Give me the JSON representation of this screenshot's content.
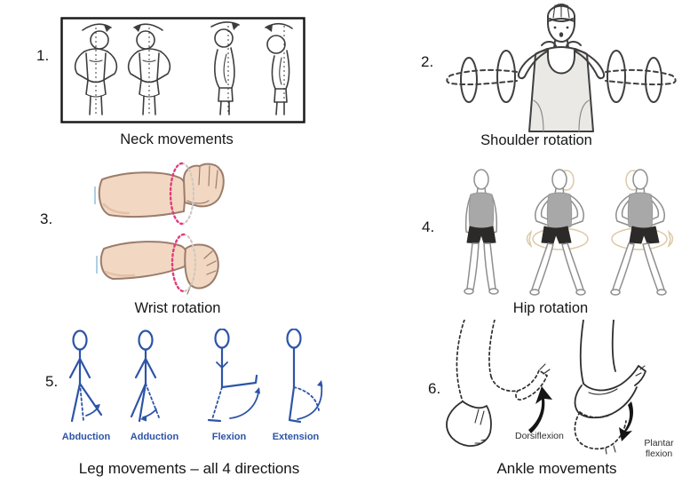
{
  "colors": {
    "background": "#ffffff",
    "ink": "#161616",
    "line_art": "#3d3d3d",
    "stick_blue": "#2d54a7",
    "pink_dotted": "#e03c7c",
    "gray_dotted": "#cfc8c2",
    "skin": "#f2d8c2",
    "skin_shadow": "#e4c0a8",
    "skin_outline": "#9b7c6c",
    "tank_gray": "#a8a8a8",
    "shorts_black": "#2c2a28",
    "body_outline": "#8e8e8e",
    "ghost_tan": "#ddc9a8",
    "shirt_gray": "#ebe9e6",
    "arrow_black": "#151515"
  },
  "panels": {
    "neck": {
      "number": "1.",
      "caption": "Neck movements"
    },
    "shoulder": {
      "number": "2.",
      "caption": "Shoulder rotation"
    },
    "wrist": {
      "number": "3.",
      "caption": "Wrist rotation"
    },
    "hip": {
      "number": "4.",
      "caption": "Hip rotation"
    },
    "leg": {
      "number": "5.",
      "caption": "Leg movements – all 4 directions",
      "labels": {
        "abduction": "Abduction",
        "adduction": "Adduction",
        "flexion": "Flexion",
        "extension": "Extension"
      }
    },
    "ankle": {
      "number": "6.",
      "caption": "Ankle movements",
      "labels": {
        "dorsiflexion": "Dorsiflexion",
        "plantar": "Plantar flexion"
      }
    }
  }
}
